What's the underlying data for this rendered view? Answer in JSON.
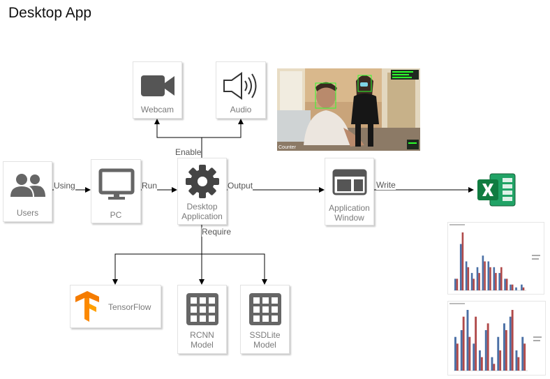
{
  "title": "Desktop App",
  "nodes": {
    "webcam": "Webcam",
    "audio": "Audio",
    "users": "Users",
    "pc": "PC",
    "desktop": "Desktop\nApplication",
    "app_window": "Application\nWindow",
    "tensorflow": "TensorFlow",
    "rcnn": "RCNN\nModel",
    "ssdlite": "SSDLite\nModel"
  },
  "edges": {
    "using": "Using",
    "run": "Run",
    "output": "Output",
    "write": "Write",
    "enable": "Enable",
    "require": "Require"
  },
  "photo": {
    "overlay_text": "Counter"
  },
  "chart_data": [
    {
      "type": "bar",
      "series": [
        {
          "color": "#4a6fa5",
          "values": [
            2,
            8,
            5,
            3,
            4,
            6,
            5,
            4,
            3,
            2,
            1,
            0.5,
            1
          ]
        },
        {
          "color": "#b04a4a",
          "values": [
            2,
            10,
            4,
            2,
            3,
            5,
            4,
            3,
            4,
            2,
            1,
            0,
            0.5
          ]
        }
      ]
    },
    {
      "type": "bar",
      "series": [
        {
          "color": "#4a6fa5",
          "values": [
            5,
            6,
            9,
            4,
            3,
            6,
            2,
            5,
            7,
            8,
            3,
            5
          ]
        },
        {
          "color": "#b04a4a",
          "values": [
            4,
            8,
            5,
            8,
            2,
            7,
            1,
            3,
            6,
            9,
            2,
            4
          ]
        }
      ]
    }
  ]
}
